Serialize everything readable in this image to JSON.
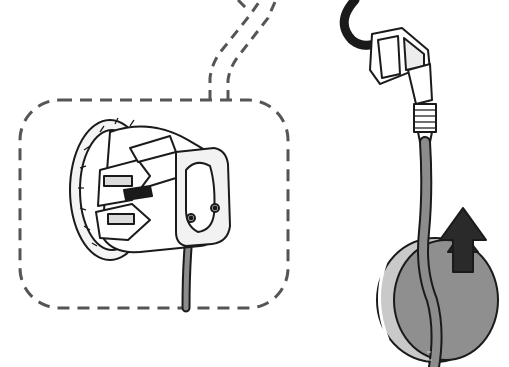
{
  "figure": {
    "kind": "assembly-illustration",
    "parts": [
      {
        "id": "sensor-assembly",
        "icon": "round-sensor-with-connector-housing"
      },
      {
        "id": "cable-connector",
        "icon": "angled-plug-connector"
      },
      {
        "id": "mounting-disc",
        "icon": "round-mounting-disc"
      },
      {
        "id": "direction-arrow",
        "icon": "up-arrow",
        "meaning": "push up"
      }
    ],
    "callout": {
      "style": "dashed",
      "connector_style": "dashed-double-line"
    },
    "colors": {
      "outline": "#1a1a1a",
      "callout_dash": "#555555",
      "cable": "#8c8c8c",
      "disc": "#8f8f8f",
      "arrow": "#2a2a2a",
      "background": "#ffffff"
    }
  }
}
